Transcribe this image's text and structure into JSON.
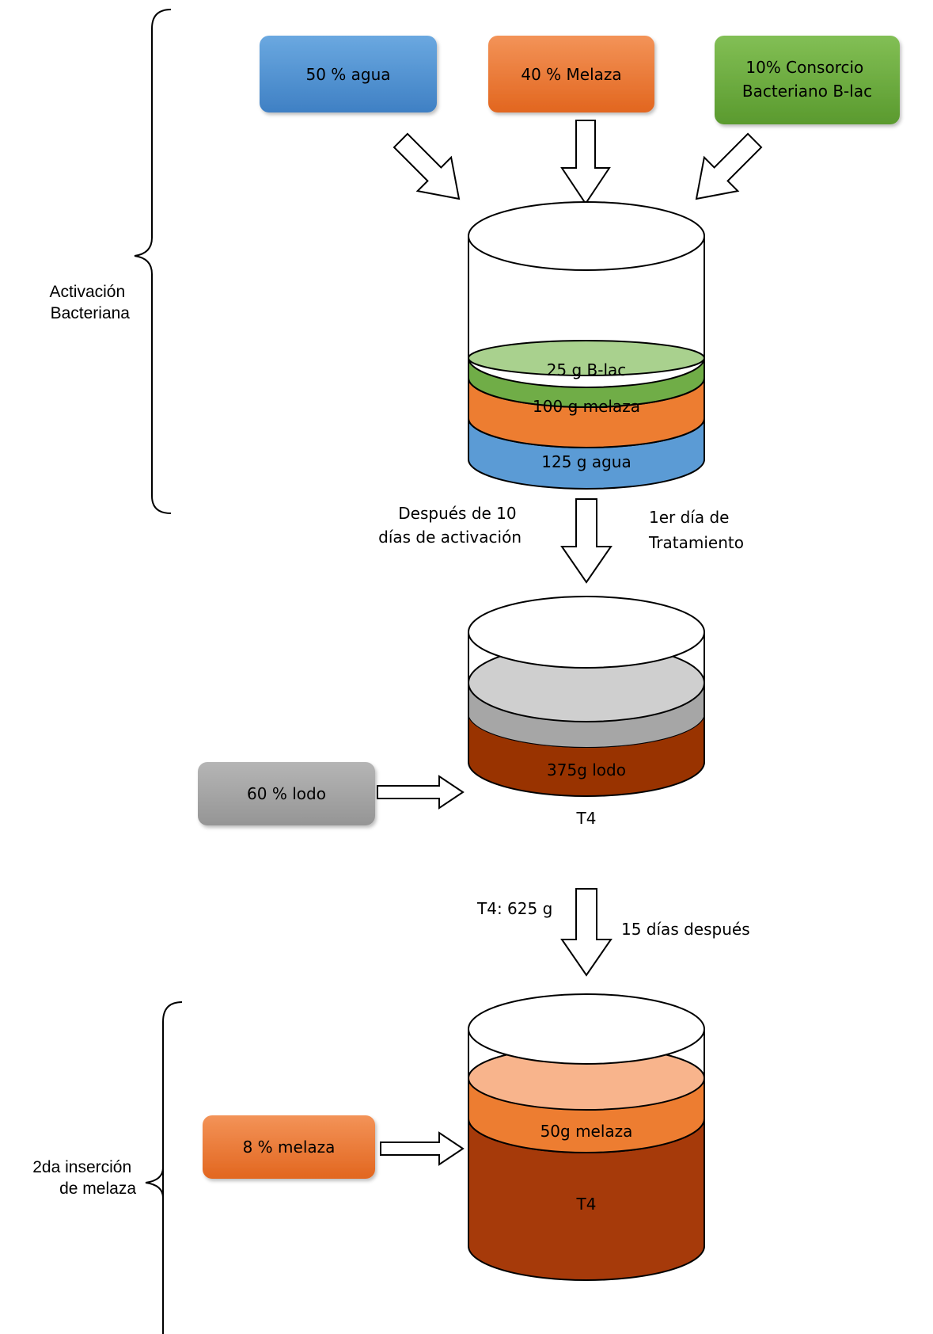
{
  "braces": {
    "activation_label": [
      "Activación",
      "Bacteriana"
    ],
    "second_insertion_label": [
      "2da inserción",
      "de melaza"
    ]
  },
  "inputs": {
    "water": {
      "text": [
        "50 % agua"
      ],
      "color": "#4a8fd0"
    },
    "molasses": {
      "text": [
        "40 % Melaza"
      ],
      "color": "#ed7a35"
    },
    "consortium": {
      "text": [
        "10% Consorcio",
        "Bacteriano B-lac"
      ],
      "color": "#6aad3d"
    },
    "sludge": {
      "text": [
        "60 % lodo"
      ],
      "color": "#a6a6a6"
    },
    "molasses_2": {
      "text": [
        "8 % melaza"
      ],
      "color": "#ed7a35"
    }
  },
  "cylinder_1": {
    "layers": {
      "blac": {
        "text": "25 g B-lac",
        "color": "#70ad47",
        "top_color": "#a9d18e"
      },
      "molasses": {
        "text": "100 g melaza",
        "color": "#ed7d31"
      },
      "water": {
        "text": "125 g agua",
        "color": "#5b9bd5"
      }
    }
  },
  "step_1": {
    "left_text": [
      "Después de 10",
      "días de activación"
    ],
    "right_text": [
      "1er día de",
      "Tratamiento"
    ]
  },
  "cylinder_2": {
    "layers": {
      "sludge": {
        "text": "375g lodo",
        "color": "#a6a6a6",
        "top_color": "#cfcfcf"
      },
      "t4": {
        "text": "T4",
        "color": "#993300"
      }
    }
  },
  "step_2": {
    "left_text": [
      "T4: 625 g"
    ],
    "right_text": [
      "15 días después"
    ]
  },
  "cylinder_3": {
    "layers": {
      "molasses": {
        "text": "50g melaza",
        "color": "#ed7d31",
        "top_color": "#f8b48c"
      },
      "t4": {
        "text": "T4",
        "color": "#a63a0a"
      }
    }
  }
}
